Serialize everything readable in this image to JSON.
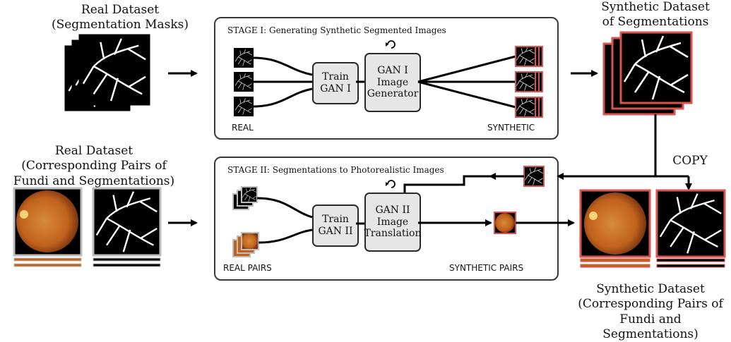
{
  "labels": {
    "real_dataset_1_line1": "Real Dataset",
    "real_dataset_1_line2": "(Segmentation Masks)",
    "real_dataset_2_line1": "Real Dataset",
    "real_dataset_2_line2": "(Corresponding Pairs of",
    "real_dataset_2_line3": "Fundi and Segmentations)",
    "synthetic_seg_line1": "Synthetic Dataset",
    "synthetic_seg_line2": "of Segmentations",
    "synthetic_pairs_line1": "Synthetic Dataset",
    "synthetic_pairs_line2": "(Corresponding Pairs of",
    "synthetic_pairs_line3": "Fundi and Segmentations)",
    "copy": "COPY"
  },
  "stage1": {
    "title": "STAGE I: Generating Synthetic Segmented Images",
    "train_box": "Train\nGAN I",
    "gen_box": "GAN I\nImage\nGenerator",
    "real_label": "REAL",
    "synthetic_label": "SYNTHETIC",
    "refresh_icon": "refresh-icon"
  },
  "stage2": {
    "title": "STAGE II: Segmentations to Photorealistic Images",
    "train_box": "Train\nGAN II",
    "gen_box": "GAN II\nImage\nTranslation",
    "real_label": "REAL PAIRS",
    "synthetic_label": "SYNTHETIC PAIRS",
    "refresh_icon": "refresh-icon"
  },
  "colors": {
    "synthetic_border": "#d9534f",
    "real_border": "#bdbdbd",
    "box_fill": "#e6e6e6",
    "fundus": "#c0621d"
  }
}
